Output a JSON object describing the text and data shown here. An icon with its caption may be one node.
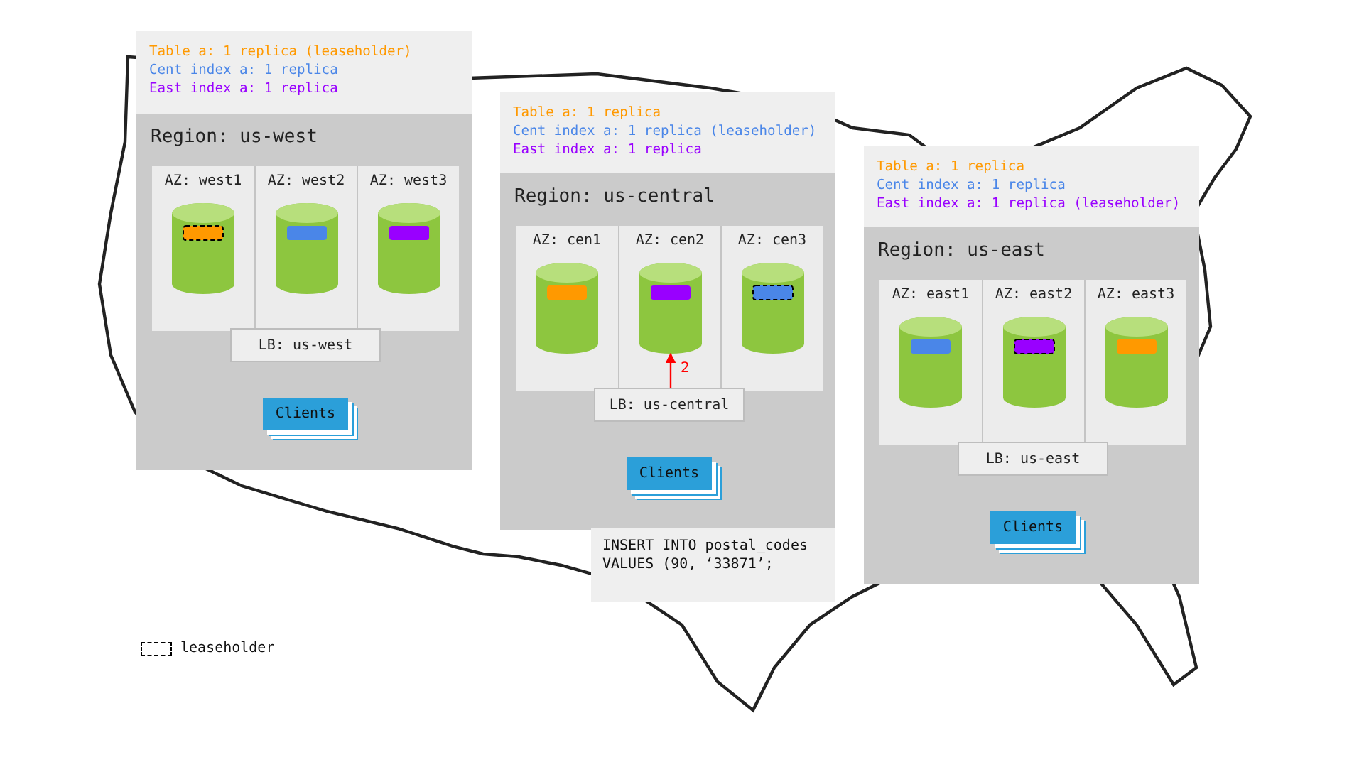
{
  "diagram": {
    "nodes": [
      {
        "text": [
          "Region: us-west"
        ],
        "beside": [
          "Table a: 1 replica (leaseholder)",
          "Cent index a: 1 replica",
          "East index a: 1 replica"
        ]
      },
      {
        "text": [
          "AZ: west1"
        ],
        "in": 0
      },
      {
        "text": [],
        "shape": "cylinder",
        "in": 1
      },
      {
        "text": [
          "AZ: west2"
        ],
        "in": 0
      },
      {
        "text": [],
        "shape": "cylinder",
        "in": 3
      },
      {
        "text": [
          "AZ: west3"
        ],
        "in": 0
      },
      {
        "text": [],
        "shape": "cylinder",
        "in": 5
      },
      {
        "text": [
          "LB: us-west"
        ],
        "in": 0
      },
      {
        "text": [
          "Clients"
        ],
        "in": 0
      },
      {
        "text": [
          "Region: us-central"
        ],
        "beside": [
          "Table a: 1 replica",
          "Cent index a: 1 replica (leaseholder)",
          "East index a: 1 replica"
        ]
      },
      {
        "text": [
          "AZ: cen1"
        ],
        "in": 9
      },
      {
        "text": [],
        "shape": "cylinder",
        "in": 10
      },
      {
        "text": [
          "AZ: cen2"
        ],
        "in": 9
      },
      {
        "text": [],
        "shape": "cylinder",
        "in": 12
      },
      {
        "text": [
          "AZ: cen3"
        ],
        "in": 9
      },
      {
        "text": [],
        "shape": "cylinder",
        "in": 14
      },
      {
        "text": [
          "LB: us-central"
        ],
        "in": 9
      },
      {
        "text": [
          "Clients"
        ],
        "in": 9
      },
      {
        "text": [
          "Region: us-east"
        ],
        "beside": [
          "Table a: 1 replica",
          "Cent index a: 1 replica",
          "East index a: 1 replica (leaseholder)"
        ]
      },
      {
        "text": [
          "AZ: east1"
        ],
        "in": 18
      },
      {
        "text": [],
        "shape": "cylinder",
        "in": 19
      },
      {
        "text": [
          "AZ: east2"
        ],
        "in": 18
      },
      {
        "text": [],
        "shape": "cylinder",
        "in": 21
      },
      {
        "text": [
          "AZ: east3"
        ],
        "in": 18
      },
      {
        "text": [],
        "shape": "cylinder",
        "in": 23
      },
      {
        "text": [
          "LB: us-east"
        ],
        "in": 18
      },
      {
        "text": [
          "Clients"
        ],
        "in": 18
      },
      {
        "text": [
          "INSERT INTO postal_codes VALUES (90, ‘33871’;"
        ]
      }
    ],
    "edges": [
      {
        "from": 16,
        "to": 13,
        "arrow": "to",
        "label": "2",
        "color": "#ff0000"
      }
    ],
    "legend": [
      {
        "text": "leaseholder"
      }
    ]
  }
}
